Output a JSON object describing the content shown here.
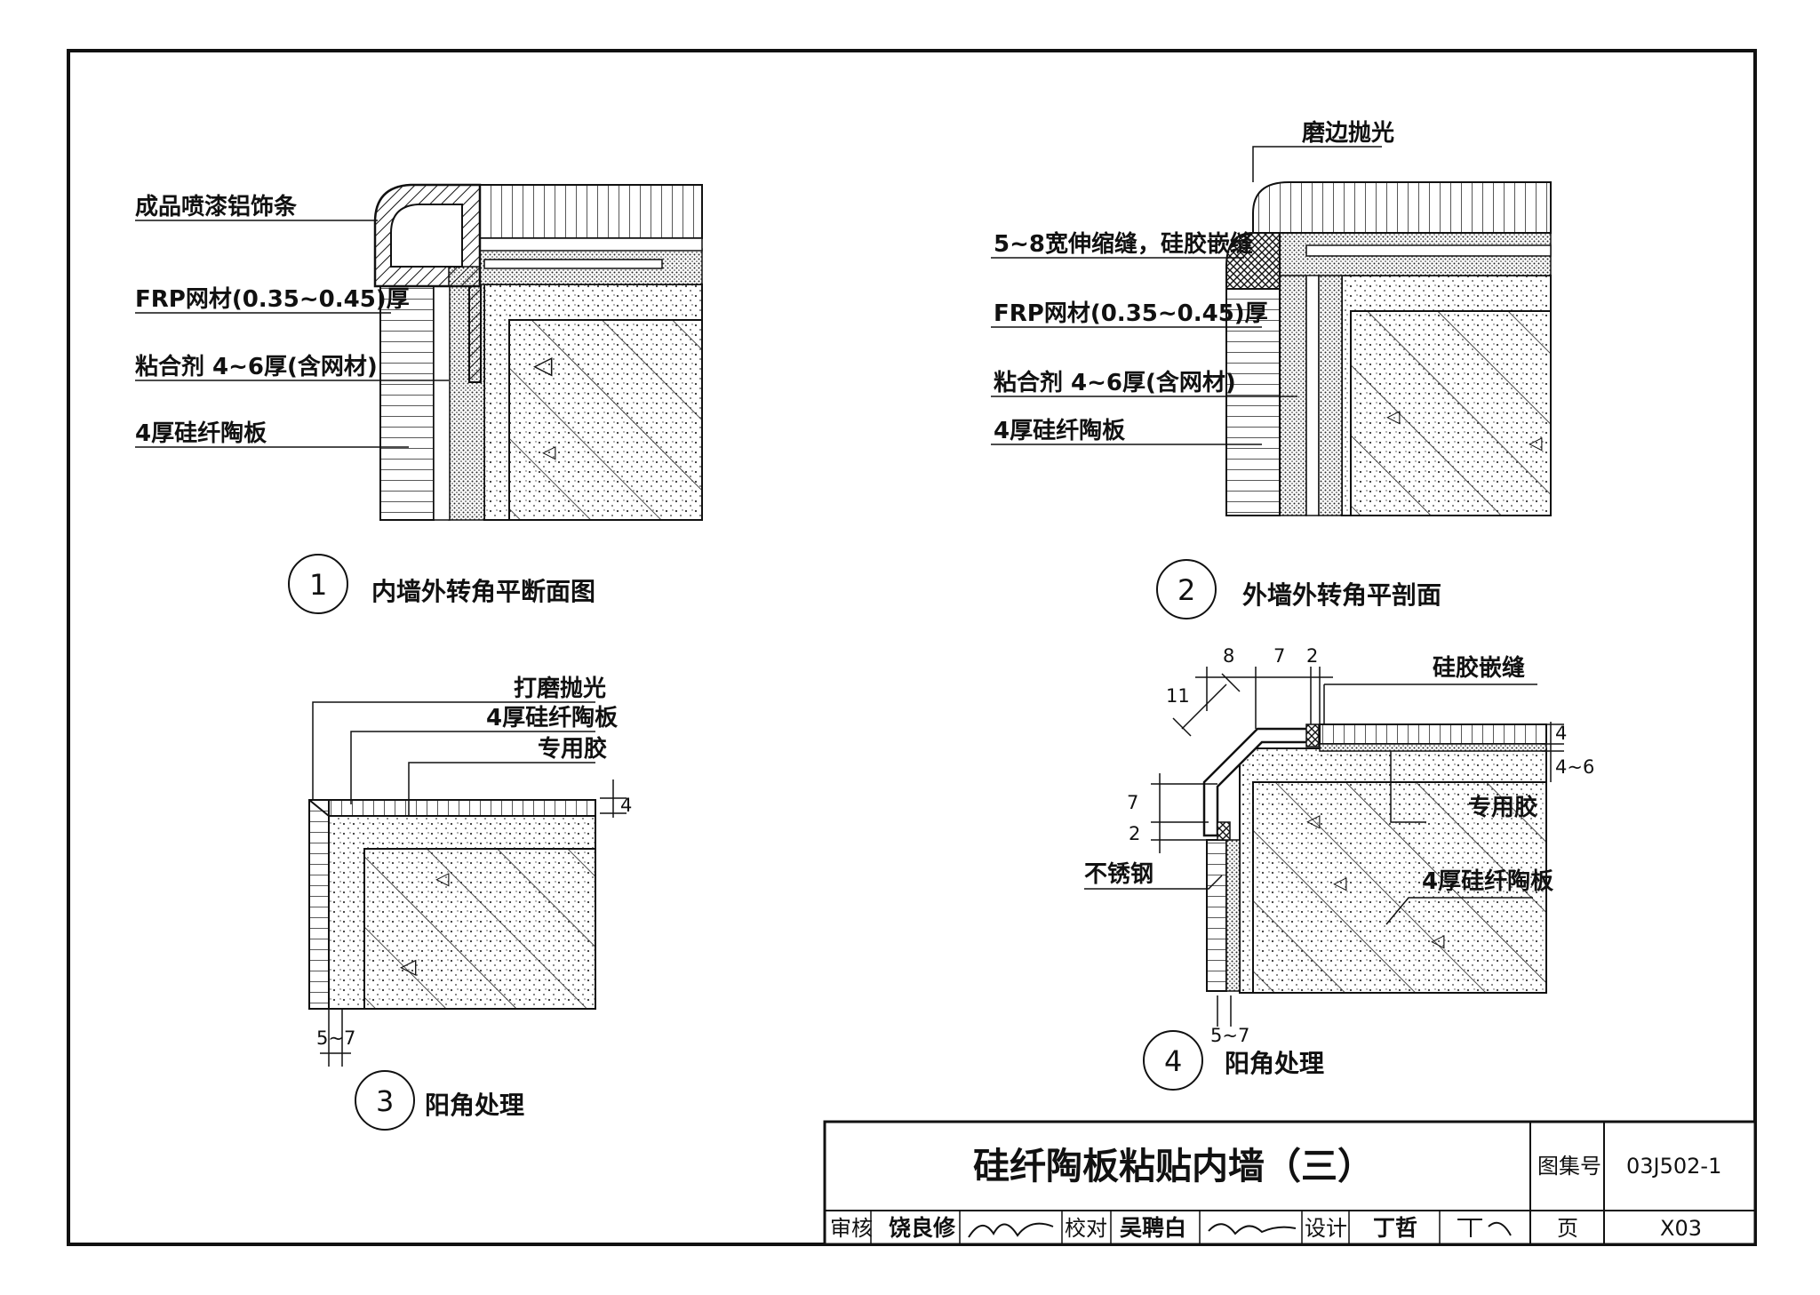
{
  "detail1": {
    "labels": [
      "成品喷漆铝饰条",
      "FRP网材(0.35~0.45)厚",
      "粘合剂 4~6厚(含网材)",
      "4厚硅纤陶板"
    ],
    "number": "1",
    "caption": "内墙外转角平断面图"
  },
  "detail2": {
    "labels": [
      "磨边抛光",
      "5~8宽伸缩缝，硅胶嵌缝",
      "FRP网材(0.35~0.45)厚",
      "粘合剂 4~6厚(含网材)",
      "4厚硅纤陶板"
    ],
    "number": "2",
    "caption": "外墙外转角平剖面"
  },
  "detail3": {
    "labels": [
      "打磨抛光",
      "4厚硅纤陶板",
      "专用胶"
    ],
    "dims": [
      "4",
      "5~7"
    ],
    "number": "3",
    "caption": "阳角处理"
  },
  "detail4": {
    "labels": [
      "硅胶嵌缝",
      "专用胶",
      "4厚硅纤陶板",
      "不锈钢"
    ],
    "dims": [
      "8",
      "7",
      "2",
      "11",
      "7",
      "2",
      "4",
      "4~6",
      "5~7"
    ],
    "number": "4",
    "caption": "阳角处理"
  },
  "title_block": {
    "title": "硅纤陶板粘贴内墙（三）",
    "atlas_label": "图集号",
    "atlas_no": "03J502-1",
    "review_label": "审核",
    "reviewer": "饶良修",
    "check_label": "校对",
    "checker": "吴聘白",
    "design_label": "设计",
    "designer": "丁哲",
    "page_label": "页",
    "page_no": "X03"
  }
}
